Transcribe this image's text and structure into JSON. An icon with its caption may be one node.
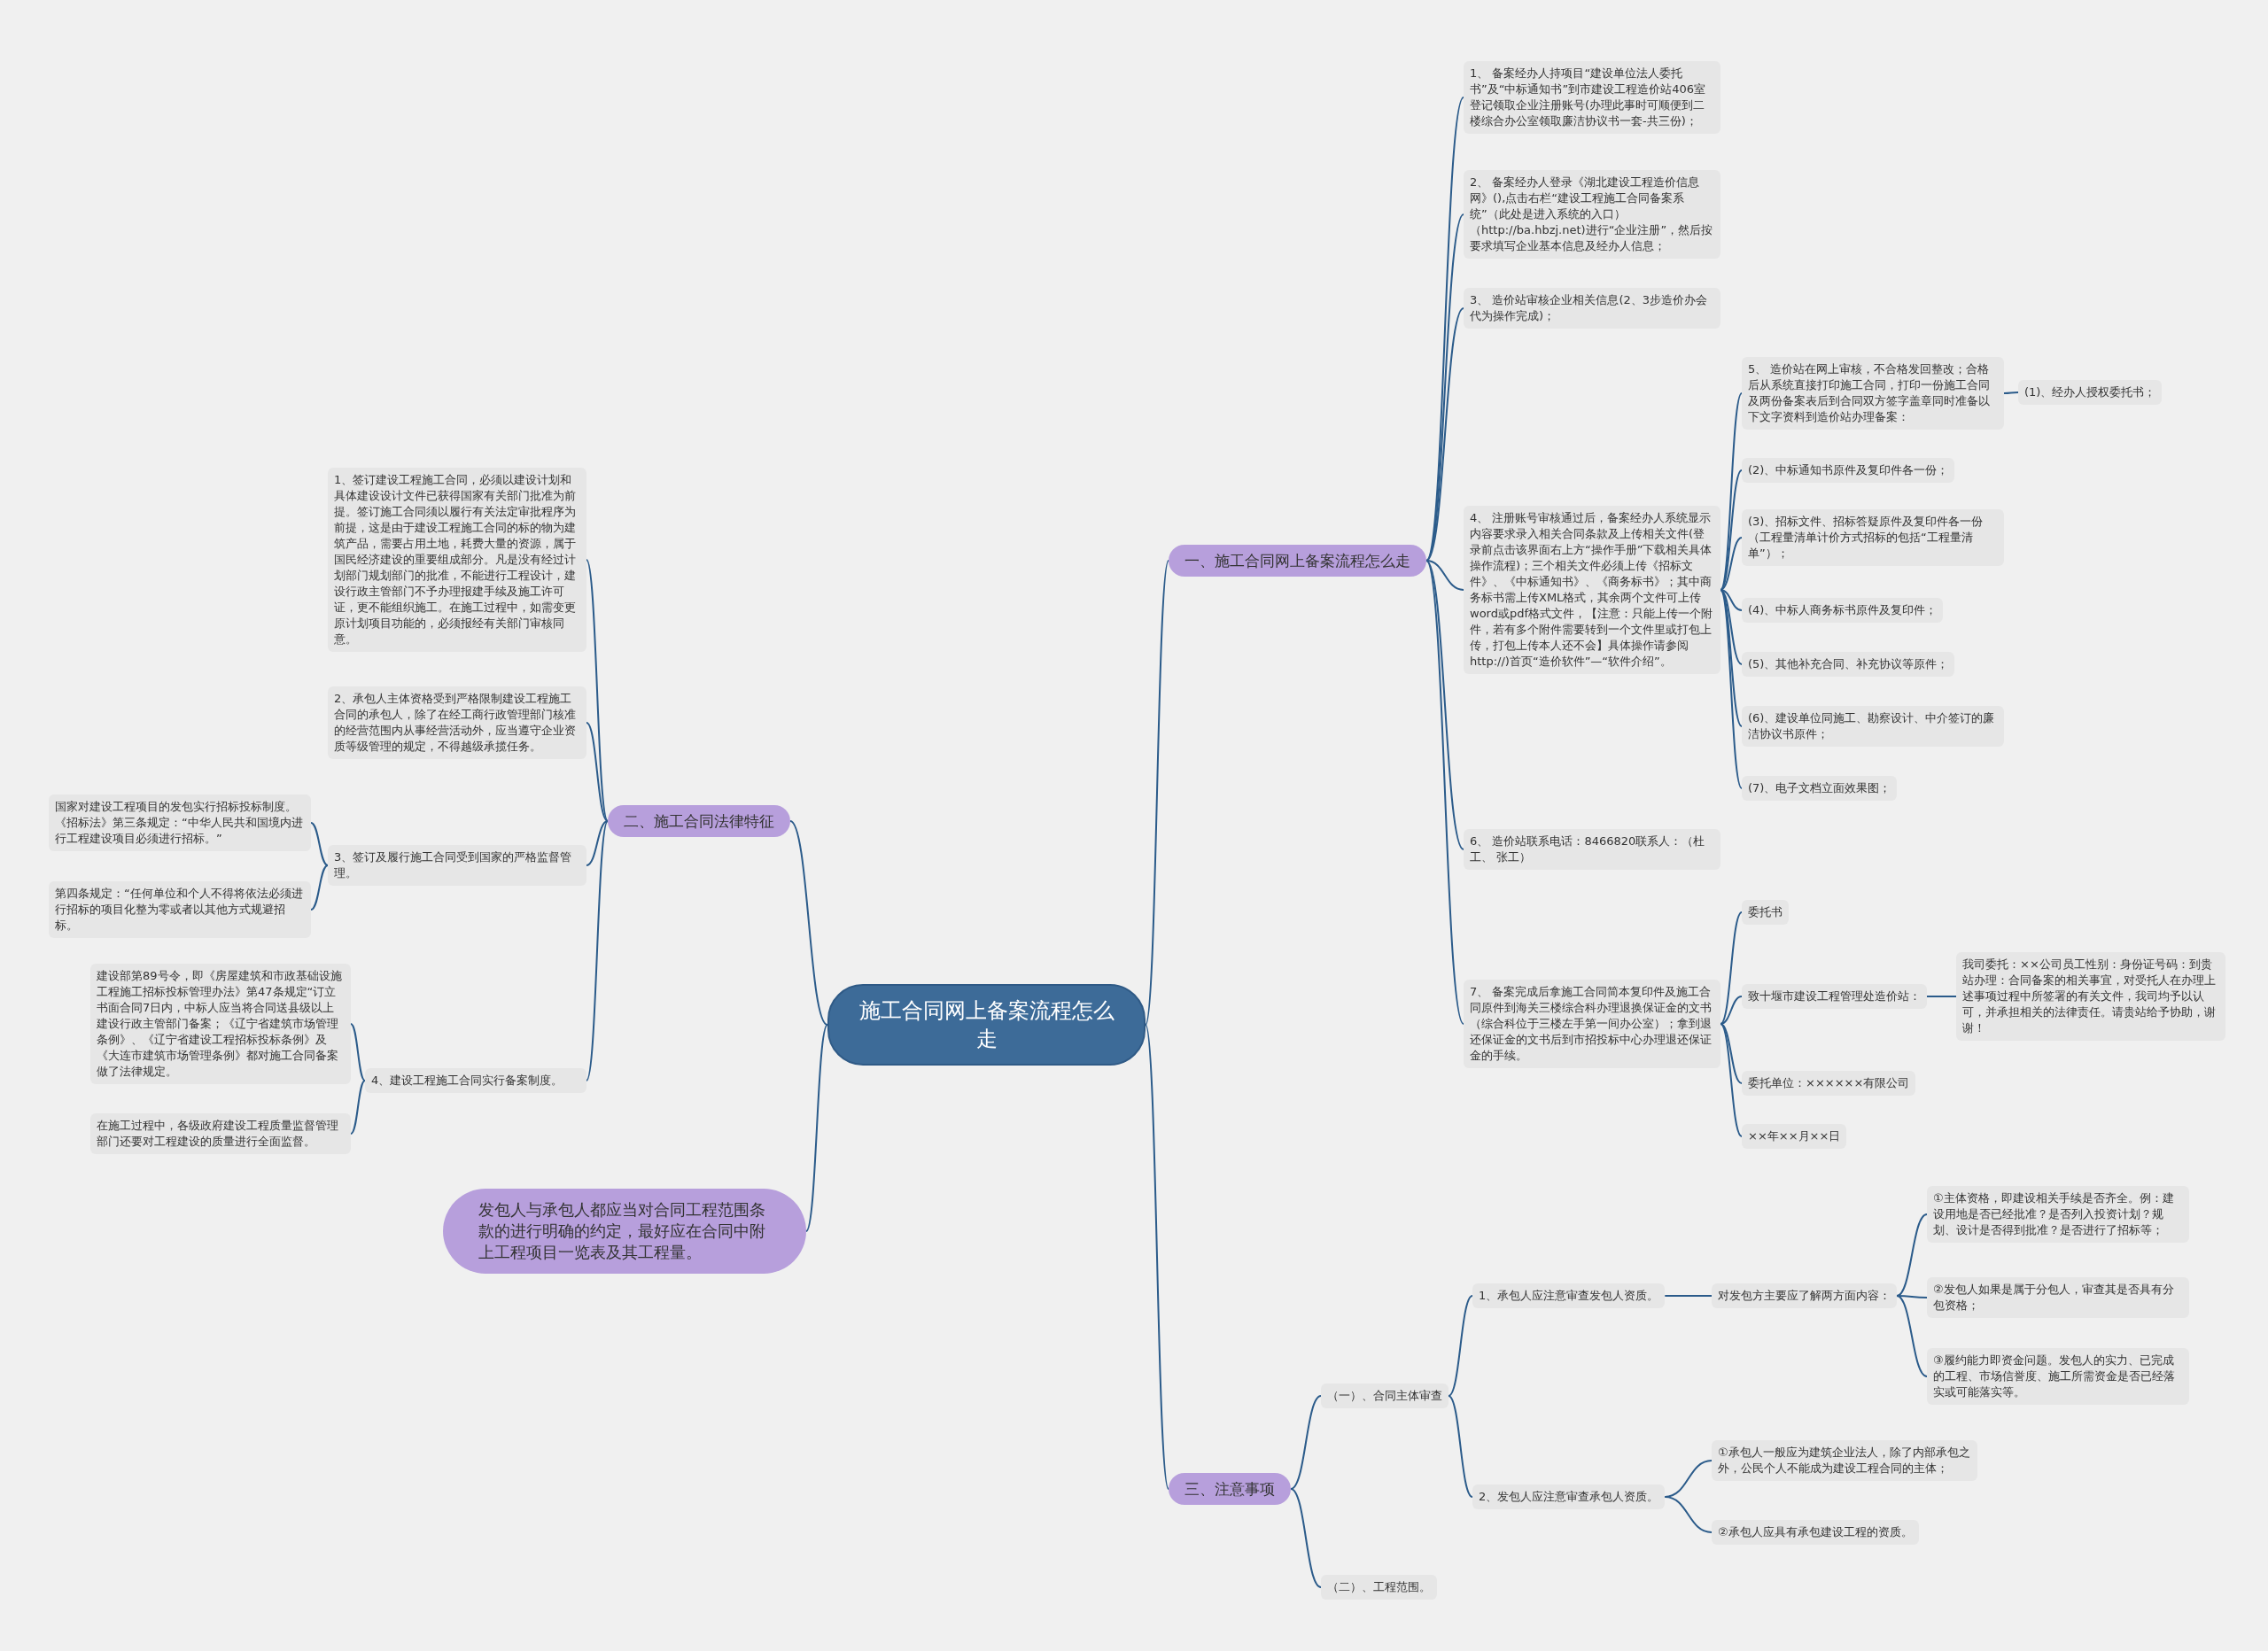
{
  "diagram": {
    "nodes": [
      {
        "text": [
          "施工合同网上备案流程怎么走"
        ]
      },
      {
        "text": [
          "一、施工合同网上备案流程怎么走"
        ]
      },
      {
        "text": [
          "1、 备案经办人持项目“建设单位法人委托书”及“中标通知书”到市建设工程造价站406室登记领取企业注册账号(办理此事时可顺便到二楼综合办公室领取廉洁协议书一套-共三份)；"
        ]
      },
      {
        "text": [
          "2、 备案经办人登录《湖北建设工程造价信息网》(),点击右栏“建设工程施工合同备案系统”（此处是进入系统的入口）（http://ba.hbzj.net)进行“企业注册”，然后按要求填写企业基本信息及经办人信息；"
        ]
      },
      {
        "text": [
          "3、 造价站审核企业相关信息(2、3步造价办会代为操作完成)；"
        ]
      },
      {
        "text": [
          "4、 注册账号审核通过后，备案经办人系统显示内容要求录入相关合同条款及上传相关文件(登录前点击该界面右上方“操作手册”下载相关具体操作流程)；三个相关文件必须上传《招标文件》、《中标通知书》、《商务标书》；其中商务标书需上传XML格式，其余两个文件可上传word或pdf格式文件，【注意：只能上传一个附件，若有多个附件需要转到一个文件里或打包上传，打包上传本人还不会】具体操作请参阅http://)首页“造价软件”—“软件介绍”。"
        ]
      },
      {
        "text": [
          "5、 造价站在网上审核，不合格发回整改；合格后从系统直接打印施工合同，打印一份施工合同及两份备案表后到合同双方签字盖章同时准备以下文字资料到造价站办理备案："
        ]
      },
      {
        "text": [
          "(1)、经办人授权委托书；"
        ]
      },
      {
        "text": [
          "(2)、中标通知书原件及复印件各一份；"
        ]
      },
      {
        "text": [
          "(3)、招标文件、招标答疑原件及复印件各一份（工程量清单计价方式招标的包括“工程量清单”）；"
        ]
      },
      {
        "text": [
          "(4)、中标人商务标书原件及复印件；"
        ]
      },
      {
        "text": [
          "(5)、其他补充合同、补充协议等原件；"
        ]
      },
      {
        "text": [
          "(6)、建设单位同施工、勘察设计、中介签订的廉洁协议书原件；"
        ]
      },
      {
        "text": [
          "(7)、电子文档立面效果图；"
        ]
      },
      {
        "text": [
          "6、 造价站联系电话：8466820联系人：（杜工、 张工）"
        ]
      },
      {
        "text": [
          "7、 备案完成后拿施工合同简本复印件及施工合同原件到海关三楼综合科办理退换保证金的文书（综合科位于三楼左手第一间办公室）；拿到退还保证金的文书后到市招投标中心办理退还保证金的手续。"
        ]
      },
      {
        "text": [
          "委托书"
        ]
      },
      {
        "text": [
          "致十堰市建设工程管理处造价站："
        ]
      },
      {
        "text": [
          "我司委托：××公司员工性别：身份证号码：到贵站办理：合同备案的相关事宜，对受托人在办理上述事项过程中所签署的有关文件，我司均予以认可，并承担相关的法律责任。请贵站给予协助，谢谢！"
        ]
      },
      {
        "text": [
          "委托单位：××××××有限公司"
        ]
      },
      {
        "text": [
          "××年××月××日"
        ]
      },
      {
        "text": [
          "二、施工合同法律特征"
        ]
      },
      {
        "text": [
          "1、签订建设工程施工合同，必须以建设计划和具体建设设计文件已获得国家有关部门批准为前提。签订施工合同须以履行有关法定审批程序为前提，这是由于建设工程施工合同的标的物为建筑产品，需要占用土地，耗费大量的资源，属于国民经济建设的重要组成部分。凡是没有经过计划部门规划部门的批准，不能进行工程设计，建设行政主管部门不予办理报建手续及施工许可证，更不能组织施工。在施工过程中，如需变更原计划项目功能的，必须报经有关部门审核同意。"
        ]
      },
      {
        "text": [
          "2、承包人主体资格受到严格限制建设工程施工合同的承包人，除了在经工商行政管理部门核准的经营范围内从事经营活动外，应当遵守企业资质等级管理的规定，不得越级承揽任务。"
        ]
      },
      {
        "text": [
          "3、签订及履行施工合同受到国家的严格监督管理。"
        ]
      },
      {
        "text": [
          "国家对建设工程项目的发包实行招标投标制度。《招标法》第三条规定：“中华人民共和国境内进行工程建设项目必须进行招标。”"
        ]
      },
      {
        "text": [
          "第四条规定：“任何单位和个人不得将依法必须进行招标的项目化整为零或者以其他方式规避招标。"
        ]
      },
      {
        "text": [
          "4、建设工程施工合同实行备案制度。"
        ]
      },
      {
        "text": [
          "建设部第89号令，即《房屋建筑和市政基础设施工程施工招标投标管理办法》第47条规定“订立书面合同7日内，中标人应当将合同送县级以上建设行政主管部门备案；《辽宁省建筑市场管理条例》、《辽宁省建设工程招标投标条例》及《大连市建筑市场管理条例》都对施工合同备案做了法律规定。"
        ]
      },
      {
        "text": [
          "在施工过程中，各级政府建设工程质量监督管理部门还要对工程建设的质量进行全面监督。"
        ]
      },
      {
        "text": [
          "发包人与承包人都应当对合同工程范围条款的进行明确的约定，最好应在合同中附上工程项目一览表及其工程量。"
        ]
      },
      {
        "text": [
          "三、注意事项"
        ]
      },
      {
        "text": [
          "（一）、合同主体审查"
        ]
      },
      {
        "text": [
          "1、承包人应注意审查发包人资质。"
        ]
      },
      {
        "text": [
          "对发包方主要应了解两方面内容："
        ]
      },
      {
        "text": [
          "①主体资格，即建设相关手续是否齐全。例：建设用地是否已经批准？是否列入投资计划？规划、设计是否得到批准？是否进行了招标等；"
        ]
      },
      {
        "text": [
          "②发包人如果是属于分包人，审查其是否具有分包资格；"
        ]
      },
      {
        "text": [
          "③履约能力即资金问题。发包人的实力、已完成的工程、市场信誉度、施工所需资金是否已经落实或可能落实等。"
        ]
      },
      {
        "text": [
          "2、发包人应注意审查承包人资质。"
        ]
      },
      {
        "text": [
          "①承包人一般应为建筑企业法人，除了内部承包之外，公民个人不能成为建设工程合同的主体；"
        ]
      },
      {
        "text": [
          "②承包人应具有承包建设工程的资质。"
        ]
      },
      {
        "text": [
          "（二）、工程范围。"
        ]
      }
    ],
    "edges": [
      {
        "from": 0,
        "to": 1,
        "arrow": "none"
      },
      {
        "from": 1,
        "to": 2,
        "arrow": "none"
      },
      {
        "from": 1,
        "to": 3,
        "arrow": "none"
      },
      {
        "from": 1,
        "to": 4,
        "arrow": "none"
      },
      {
        "from": 1,
        "to": 5,
        "arrow": "none"
      },
      {
        "from": 5,
        "to": 6,
        "arrow": "none"
      },
      {
        "from": 6,
        "to": 7,
        "arrow": "none"
      },
      {
        "from": 5,
        "to": 8,
        "arrow": "none"
      },
      {
        "from": 5,
        "to": 9,
        "arrow": "none"
      },
      {
        "from": 5,
        "to": 10,
        "arrow": "none"
      },
      {
        "from": 5,
        "to": 11,
        "arrow": "none"
      },
      {
        "from": 5,
        "to": 12,
        "arrow": "none"
      },
      {
        "from": 5,
        "to": 13,
        "arrow": "none"
      },
      {
        "from": 1,
        "to": 14,
        "arrow": "none"
      },
      {
        "from": 1,
        "to": 15,
        "arrow": "none"
      },
      {
        "from": 15,
        "to": 16,
        "arrow": "none"
      },
      {
        "from": 15,
        "to": 17,
        "arrow": "none"
      },
      {
        "from": 17,
        "to": 18,
        "arrow": "none"
      },
      {
        "from": 15,
        "to": 19,
        "arrow": "none"
      },
      {
        "from": 15,
        "to": 20,
        "arrow": "none"
      },
      {
        "from": 0,
        "to": 21,
        "arrow": "none"
      },
      {
        "from": 21,
        "to": 22,
        "arrow": "none"
      },
      {
        "from": 21,
        "to": 23,
        "arrow": "none"
      },
      {
        "from": 21,
        "to": 24,
        "arrow": "none"
      },
      {
        "from": 24,
        "to": 25,
        "arrow": "none"
      },
      {
        "from": 24,
        "to": 26,
        "arrow": "none"
      },
      {
        "from": 21,
        "to": 27,
        "arrow": "none"
      },
      {
        "from": 27,
        "to": 28,
        "arrow": "none"
      },
      {
        "from": 27,
        "to": 29,
        "arrow": "none"
      },
      {
        "from": 0,
        "to": 30,
        "arrow": "none"
      },
      {
        "from": 0,
        "to": 31,
        "arrow": "none"
      },
      {
        "from": 31,
        "to": 32,
        "arrow": "none"
      },
      {
        "from": 32,
        "to": 33,
        "arrow": "none"
      },
      {
        "from": 33,
        "to": 34,
        "arrow": "none"
      },
      {
        "from": 34,
        "to": 35,
        "arrow": "none"
      },
      {
        "from": 34,
        "to": 36,
        "arrow": "none"
      },
      {
        "from": 34,
        "to": 37,
        "arrow": "none"
      },
      {
        "from": 32,
        "to": 38,
        "arrow": "none"
      },
      {
        "from": 38,
        "to": 39,
        "arrow": "none"
      },
      {
        "from": 38,
        "to": 40,
        "arrow": "none"
      },
      {
        "from": 31,
        "to": 41,
        "arrow": "none"
      }
    ]
  }
}
